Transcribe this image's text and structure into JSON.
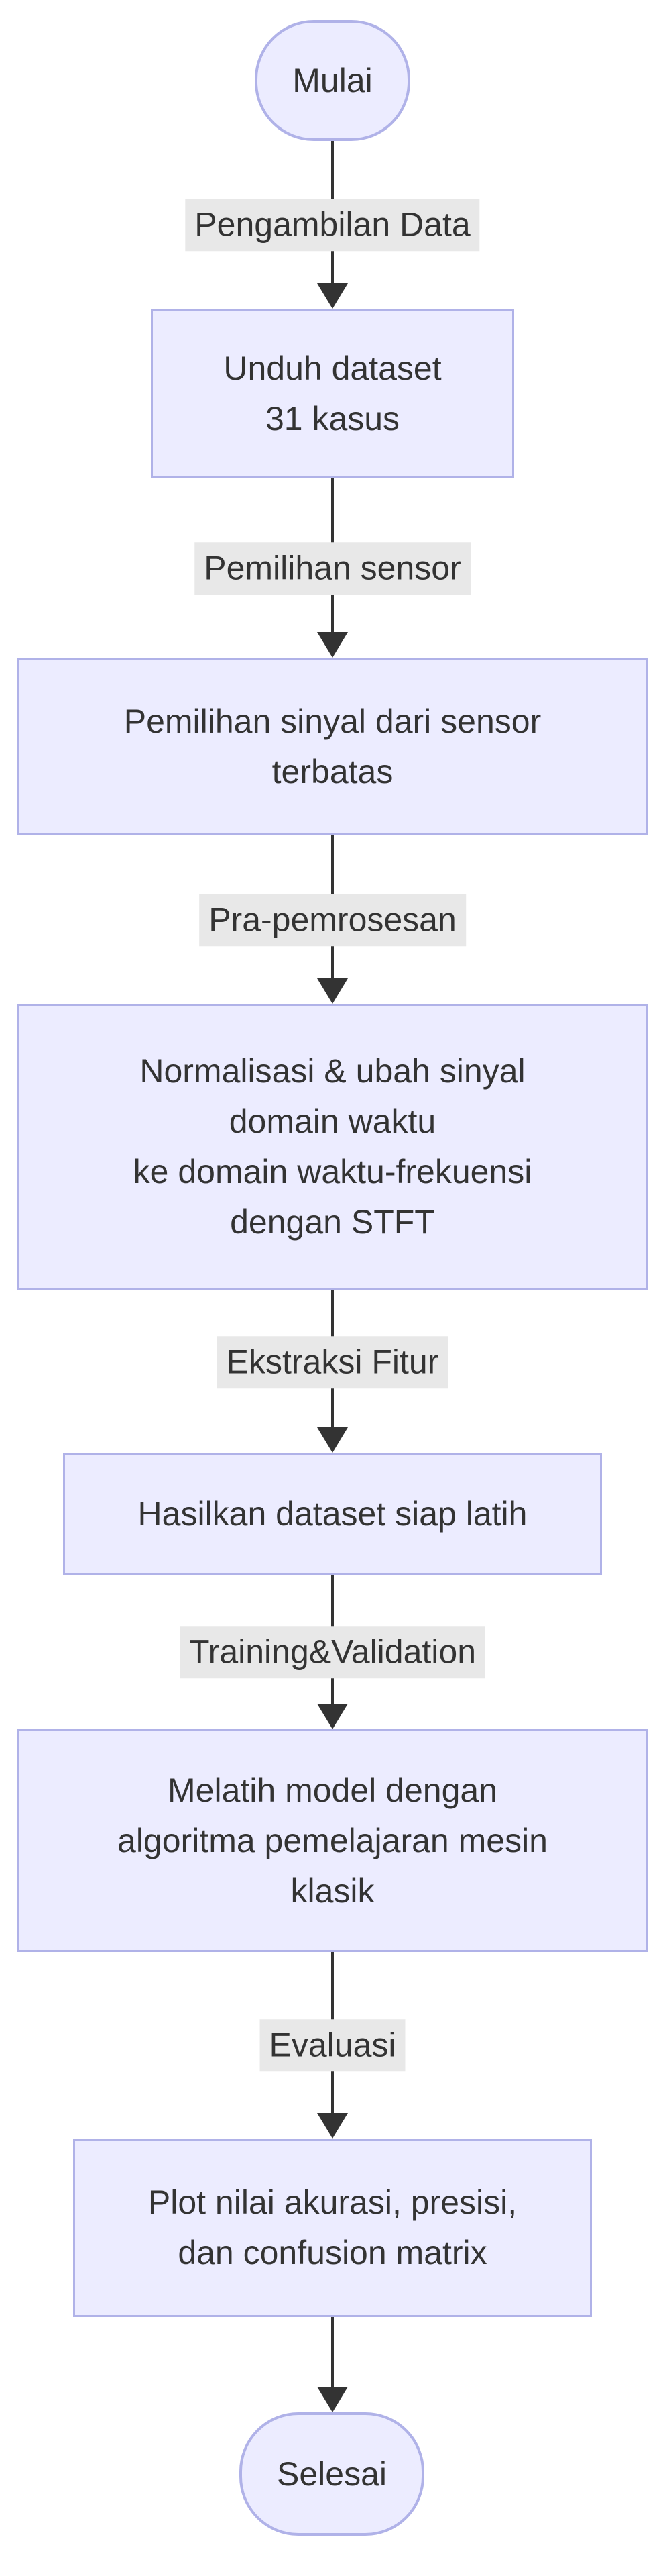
{
  "flow": {
    "title": "Machine learning pipeline flowchart",
    "colors": {
      "node_fill": "#ececff",
      "node_border": "#b0b2e8",
      "edge_label_bg": "#e8e8e8",
      "line": "#333333",
      "text": "#333333",
      "background": "#ffffff"
    },
    "nodes": [
      {
        "id": "start",
        "shape": "stadium",
        "label": "Mulai"
      },
      {
        "id": "download",
        "shape": "rect",
        "label": "Unduh dataset\n31 kasus"
      },
      {
        "id": "select",
        "shape": "rect",
        "label": "Pemilihan sinyal dari sensor\nterbatas"
      },
      {
        "id": "preprocess",
        "shape": "rect",
        "label": "Normalisasi & ubah sinyal\ndomain waktu\nke domain waktu-frekuensi\ndengan STFT"
      },
      {
        "id": "dataset",
        "shape": "rect",
        "label": "Hasilkan dataset siap latih"
      },
      {
        "id": "train",
        "shape": "rect",
        "label": "Melatih model dengan\nalgoritma pemelajaran mesin\nklasik"
      },
      {
        "id": "plot",
        "shape": "rect",
        "label": "Plot nilai akurasi, presisi,\ndan confusion matrix"
      },
      {
        "id": "end",
        "shape": "stadium",
        "label": "Selesai"
      }
    ],
    "edges": [
      {
        "from": "start",
        "to": "download",
        "label": "Pengambilan Data"
      },
      {
        "from": "download",
        "to": "select",
        "label": "Pemilihan sensor"
      },
      {
        "from": "select",
        "to": "preprocess",
        "label": "Pra-pemrosesan"
      },
      {
        "from": "preprocess",
        "to": "dataset",
        "label": "Ekstraksi Fitur"
      },
      {
        "from": "dataset",
        "to": "train",
        "label": "Training&Validation"
      },
      {
        "from": "train",
        "to": "plot",
        "label": "Evaluasi"
      },
      {
        "from": "plot",
        "to": "end",
        "label": ""
      }
    ]
  }
}
